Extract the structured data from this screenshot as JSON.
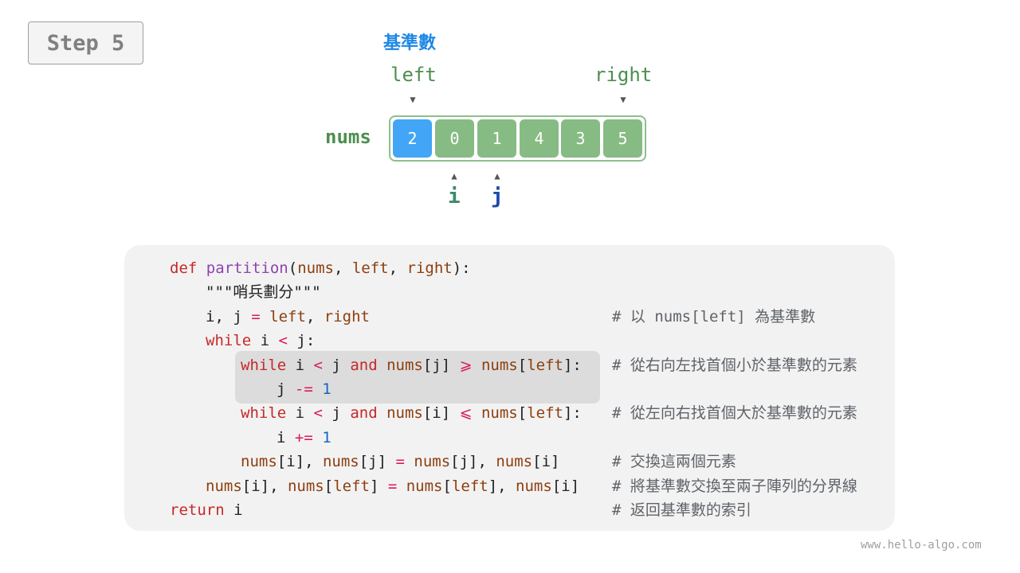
{
  "step": "Step 5",
  "pivot_label": "基準數",
  "pointers": {
    "left": "left",
    "right": "right",
    "i": "i",
    "j": "j"
  },
  "array": {
    "label": "nums",
    "values": [
      "2",
      "0",
      "1",
      "4",
      "3",
      "5"
    ],
    "pivot_index": 0
  },
  "colors": {
    "pivot": "#42a5f5",
    "cell": "#87bb84",
    "frame": "#8dbf8e",
    "i": "#3d8a6b",
    "j": "#1e4aa8"
  },
  "code": {
    "l1": {
      "kw": "def",
      "fn": "partition",
      "open": "(",
      "a1": "nums",
      "sep1": ", ",
      "a2": "left",
      "sep2": ", ",
      "a3": "right",
      "close": "):"
    },
    "l2": {
      "text": "\"\"\"哨兵劃分\"\"\""
    },
    "l3": {
      "v1": "i",
      "sep": ", ",
      "v2": "j",
      "eq": " = ",
      "r1": "left",
      "sep2": ", ",
      "r2": "right",
      "comment": "# 以 nums[left] 為基準數"
    },
    "l4": {
      "kw": "while",
      "cond_a": " i ",
      "op": "<",
      "cond_b": " j:"
    },
    "l5": {
      "kw": "while",
      "a": " i ",
      "op1": "<",
      "b": " j ",
      "kw2": "and",
      "n1": " nums",
      "idx1": "[j] ",
      "op2": "⩾",
      "n2": " nums",
      "lb": "[",
      "lv": "left",
      "rb": "]:",
      "comment": "# 從右向左找首個小於基準數的元素"
    },
    "l6": {
      "v": "j ",
      "op": "-=",
      "sp": " ",
      "num": "1"
    },
    "l7": {
      "kw": "while",
      "a": " i ",
      "op1": "<",
      "b": " j ",
      "kw2": "and",
      "n1": " nums",
      "idx1": "[i] ",
      "op2": "⩽",
      "n2": " nums",
      "lb": "[",
      "lv": "left",
      "rb": "]:",
      "comment": "# 從左向右找首個大於基準數的元素"
    },
    "l8": {
      "v": "i ",
      "op": "+=",
      "sp": " ",
      "num": "1"
    },
    "l9": {
      "n1": "nums",
      "i1": "[i], ",
      "n2": "nums",
      "i2": "[j] ",
      "eq": "=",
      "n3": " nums",
      "i3": "[j], ",
      "n4": "nums",
      "i4": "[i]",
      "comment": "# 交換這兩個元素"
    },
    "l10": {
      "n1": "nums",
      "i1": "[i], ",
      "n2": "nums",
      "lb1": "[",
      "lv1": "left",
      "rb1": "] ",
      "eq": "=",
      "n3": " nums",
      "lb2": "[",
      "lv2": "left",
      "rb2": "], ",
      "n4": "nums",
      "i4": "[i]",
      "comment": "# 將基準數交換至兩子陣列的分界線"
    },
    "l11": {
      "kw": "return",
      "rest": " i",
      "comment": "# 返回基準數的索引"
    }
  },
  "watermark": "www.hello-algo.com"
}
